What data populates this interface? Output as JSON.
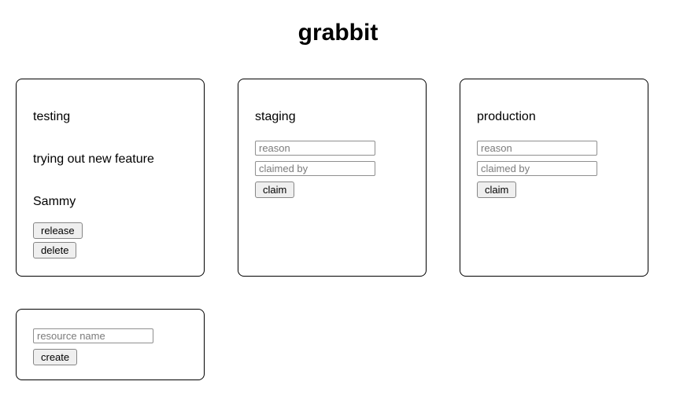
{
  "app": {
    "title": "grabbit"
  },
  "resources": [
    {
      "name": "testing",
      "reason": "trying out new feature",
      "claimed_by": "Sammy",
      "actions": {
        "release": "release",
        "delete": "delete"
      }
    },
    {
      "name": "staging",
      "inputs": {
        "reason_placeholder": "reason",
        "claimed_by_placeholder": "claimed by"
      },
      "actions": {
        "claim": "claim"
      }
    },
    {
      "name": "production",
      "inputs": {
        "reason_placeholder": "reason",
        "claimed_by_placeholder": "claimed by"
      },
      "actions": {
        "claim": "claim"
      }
    }
  ],
  "create_panel": {
    "resource_name_placeholder": "resource name",
    "create_label": "create"
  },
  "colors": {
    "card_border": "#000000",
    "button_background": "#efefef",
    "button_border": "#868686",
    "input_border": "#8f8f8f",
    "placeholder_text": "#7b7b7b",
    "text": "#000000",
    "background": "#ffffff"
  }
}
